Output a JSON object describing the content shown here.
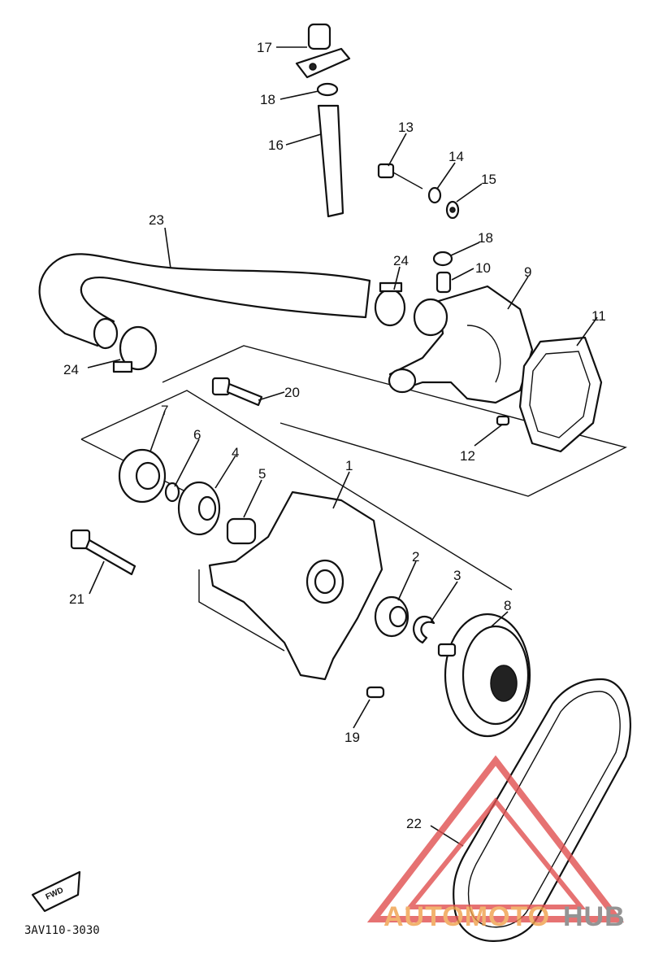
{
  "diagram": {
    "callouts": [
      {
        "id": "c17",
        "text": "17"
      },
      {
        "id": "c18a",
        "text": "18"
      },
      {
        "id": "c16",
        "text": "16"
      },
      {
        "id": "c13",
        "text": "13"
      },
      {
        "id": "c14",
        "text": "14"
      },
      {
        "id": "c15",
        "text": "15"
      },
      {
        "id": "c23",
        "text": "23"
      },
      {
        "id": "c18b",
        "text": "18"
      },
      {
        "id": "c24a",
        "text": "24"
      },
      {
        "id": "c10",
        "text": "10"
      },
      {
        "id": "c9",
        "text": "9"
      },
      {
        "id": "c11",
        "text": "11"
      },
      {
        "id": "c24b",
        "text": "24"
      },
      {
        "id": "c20",
        "text": "20"
      },
      {
        "id": "c7",
        "text": "7"
      },
      {
        "id": "c6",
        "text": "6"
      },
      {
        "id": "c4",
        "text": "4"
      },
      {
        "id": "c5",
        "text": "5"
      },
      {
        "id": "c12",
        "text": "12"
      },
      {
        "id": "c1",
        "text": "1"
      },
      {
        "id": "c21",
        "text": "21"
      },
      {
        "id": "c2",
        "text": "2"
      },
      {
        "id": "c3",
        "text": "3"
      },
      {
        "id": "c8",
        "text": "8"
      },
      {
        "id": "c19",
        "text": "19"
      },
      {
        "id": "c22",
        "text": "22"
      }
    ],
    "figure_code": "ЗAV110-3030",
    "front_marker": "FWD"
  },
  "watermark": {
    "part1": "AUTOMOTO",
    "part2": "HUB",
    "color_primary": "#f0a04a",
    "color_secondary": "#7a7a7a",
    "triangle_color": "#e05050"
  }
}
